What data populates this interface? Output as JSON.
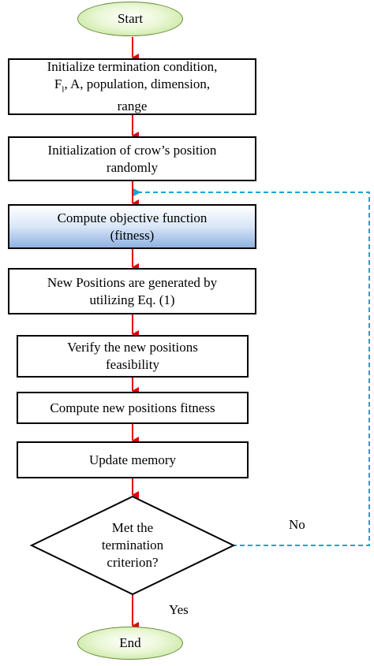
{
  "nodes": {
    "start": "Start",
    "init_condition_line1_pre": "Initialize termination condition,",
    "init_condition_line2_f": "F",
    "init_condition_line2_sub": "l",
    "init_condition_line2_rest": ", A, population, dimension,",
    "init_condition_line3": "range",
    "init_position_line1": "Initialization of crow’s position",
    "init_position_line2": "randomly",
    "compute_objective_line1": "Compute objective function",
    "compute_objective_line2": "(fitness)",
    "new_positions_line1": "New Positions are generated by",
    "new_positions_line2": "utilizing Eq. (1)",
    "verify_line1": "Verify the new positions",
    "verify_line2": "feasibility",
    "compute_new_fitness": "Compute new positions fitness",
    "update_memory": "Update memory",
    "decision_line1": "Met the",
    "decision_line2": "termination",
    "decision_line3": "criterion?",
    "end": "End"
  },
  "edges": {
    "no_label": "No",
    "yes_label": "Yes"
  },
  "colors": {
    "arrow": "#e00000",
    "loop": "#1aa3d9",
    "start_end_fill": "#b8e08a",
    "highlight_fill": "#8fb2e2"
  }
}
